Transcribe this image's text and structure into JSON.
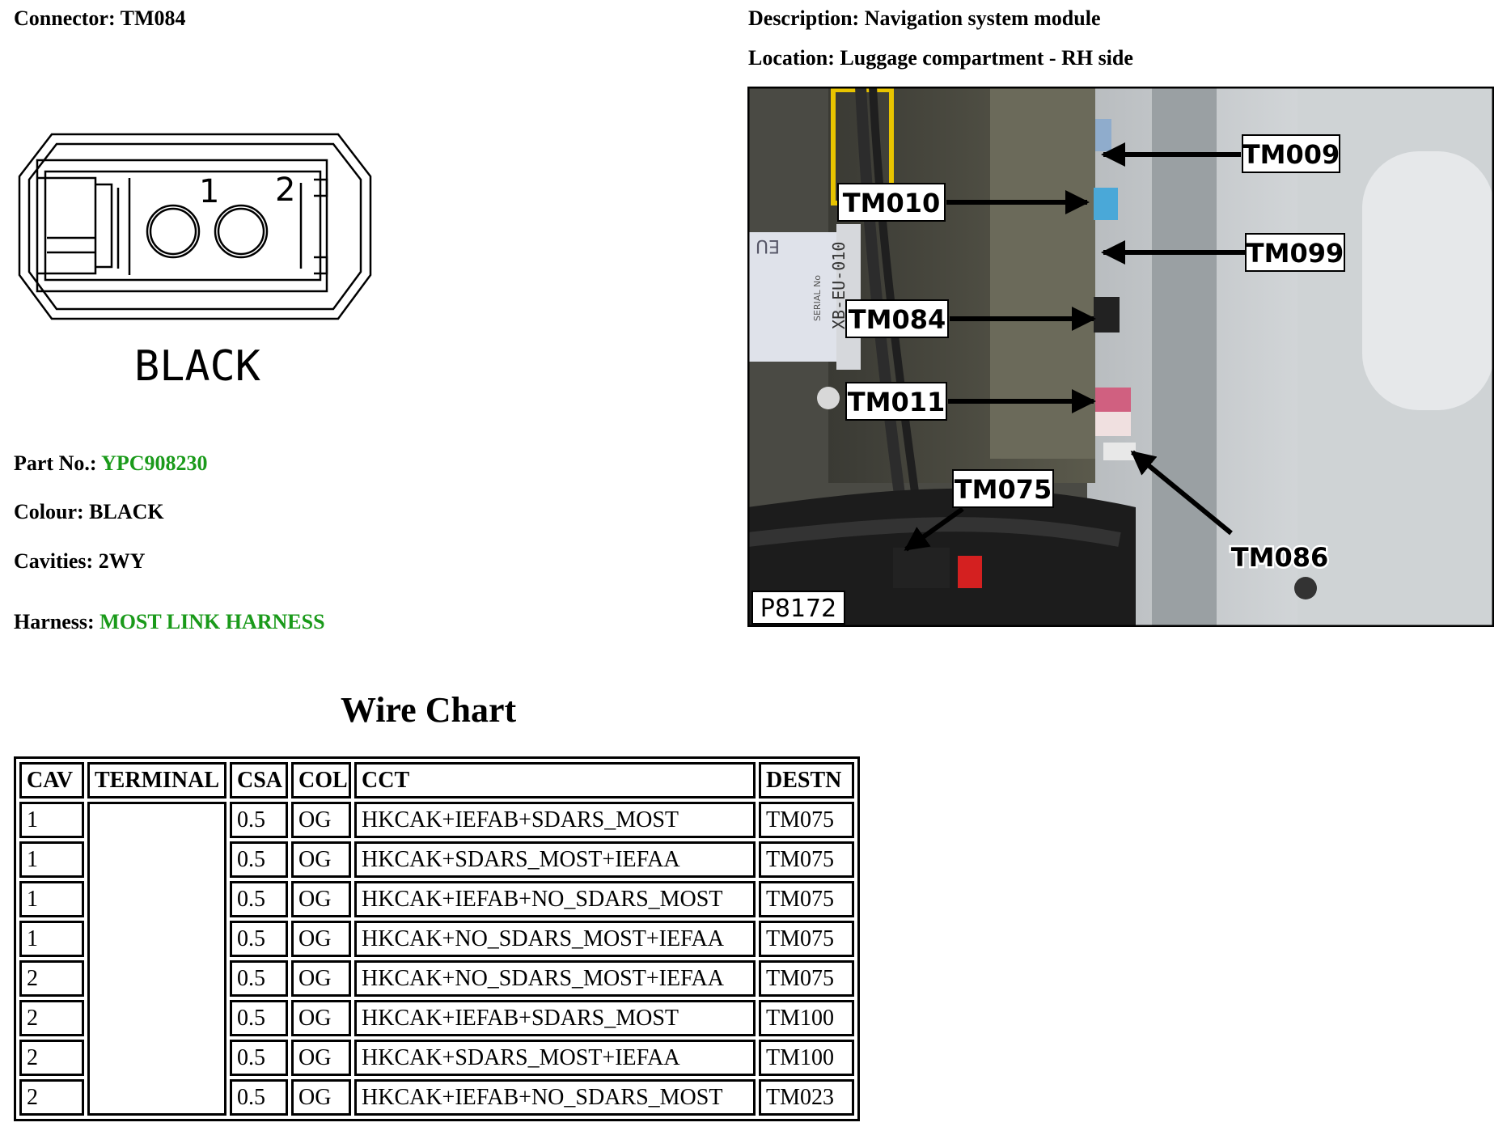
{
  "connector": {
    "label": "Connector:",
    "value": "TM084"
  },
  "description": {
    "label": "Description:",
    "value": "Navigation system module"
  },
  "location": {
    "label": "Location:",
    "value": "Luggage compartment - RH side"
  },
  "drawing": {
    "pin1": "1",
    "pin2": "2",
    "colour_text": "BLACK"
  },
  "part_no": {
    "label": "Part No.:",
    "value": "YPC908230"
  },
  "colour": {
    "label": "Colour:",
    "value": "BLACK"
  },
  "cavities": {
    "label": "Cavities:",
    "value": "2WY"
  },
  "harness": {
    "label": "Harness:",
    "value": "MOST LINK HARNESS"
  },
  "photo": {
    "ref": "P8172",
    "callouts": [
      "TM009",
      "TM010",
      "TM099",
      "TM084",
      "TM011",
      "TM075",
      "TM086"
    ],
    "serial_text": "XB-EU-010",
    "label_text": "EU",
    "serial_caption": "SERIAL No"
  },
  "wire_chart": {
    "title": "Wire Chart",
    "headers": [
      "CAV",
      "TERMINAL",
      "CSA",
      "COL",
      "CCT",
      "DESTN"
    ],
    "rows": [
      [
        "1",
        "",
        "0.5",
        "OG",
        "HKCAK+IEFAB+SDARS_MOST",
        "TM075"
      ],
      [
        "1",
        "",
        "0.5",
        "OG",
        "HKCAK+SDARS_MOST+IEFAA",
        "TM075"
      ],
      [
        "1",
        "",
        "0.5",
        "OG",
        "HKCAK+IEFAB+NO_SDARS_MOST",
        "TM075"
      ],
      [
        "1",
        "",
        "0.5",
        "OG",
        "HKCAK+NO_SDARS_MOST+IEFAA",
        "TM075"
      ],
      [
        "2",
        "",
        "0.5",
        "OG",
        "HKCAK+NO_SDARS_MOST+IEFAA",
        "TM075"
      ],
      [
        "2",
        "",
        "0.5",
        "OG",
        "HKCAK+IEFAB+SDARS_MOST",
        "TM100"
      ],
      [
        "2",
        "",
        "0.5",
        "OG",
        "HKCAK+SDARS_MOST+IEFAA",
        "TM100"
      ],
      [
        "2",
        "",
        "0.5",
        "OG",
        "HKCAK+IEFAB+NO_SDARS_MOST",
        "TM023"
      ]
    ]
  },
  "colors": {
    "link_green": "#1a9a1a"
  }
}
